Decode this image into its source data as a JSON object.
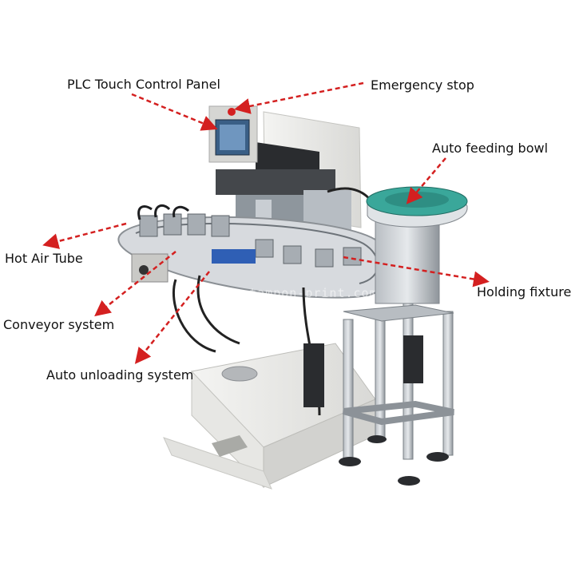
{
  "labels": {
    "plc": "PLC Touch Control Panel",
    "estop": "Emergency stop",
    "feeding_bowl": "Auto feeding bowl",
    "hot_air": "Hot Air Tube",
    "holding": "Holding fixture",
    "conveyor": "Conveyor system",
    "unloading": "Auto unloading system"
  },
  "watermark": "www.tampon-print.com",
  "colors": {
    "arrow": "#d42020",
    "label_text": "#111111",
    "machine_body": "#eeeeec",
    "steel": "#9aa0a6",
    "dark": "#2b2d30",
    "bowl_teal": "#3aa79a"
  }
}
